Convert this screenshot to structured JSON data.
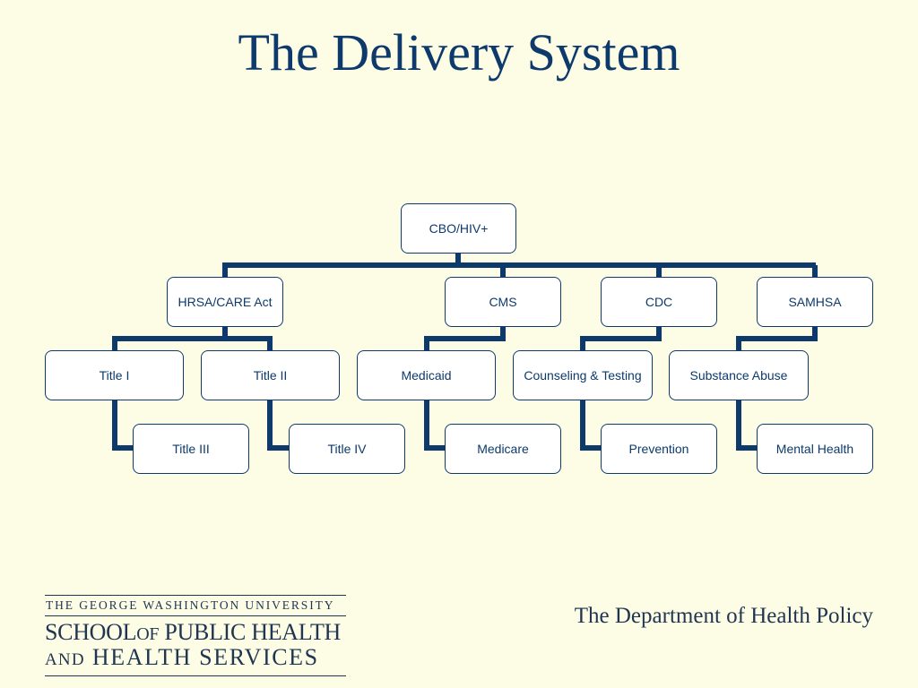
{
  "title": "The Delivery System",
  "org_chart": {
    "root": "CBO/HIV+",
    "agencies": {
      "hrsa": {
        "label": "HRSA/CARE Act",
        "programs": [
          "Title I",
          "Title II"
        ],
        "subprograms": [
          "Title III",
          "Title IV"
        ]
      },
      "cms": {
        "label": "CMS",
        "programs": [
          "Medicaid"
        ],
        "subprograms": [
          "Medicare"
        ]
      },
      "cdc": {
        "label": "CDC",
        "programs": [
          "Counseling & Testing"
        ],
        "subprograms": [
          "Prevention"
        ]
      },
      "samhsa": {
        "label": "SAMHSA",
        "programs": [
          "Substance Abuse"
        ],
        "subprograms": [
          "Mental Health"
        ]
      }
    }
  },
  "footer": {
    "university": "THE GEORGE WASHINGTON UNIVERSITY",
    "school_line1_a": "SCHOOL",
    "school_line1_of": "OF",
    "school_line1_b": "PUBLIC HEALTH",
    "school_line2_and": "AND",
    "school_line2_b": "HEALTH SERVICES",
    "department": "The Department of Health Policy"
  },
  "colors": {
    "background": "#fdfde6",
    "primary": "#0d3a6b",
    "connector": "#0d3a6b",
    "node_fill": "#ffffff"
  }
}
